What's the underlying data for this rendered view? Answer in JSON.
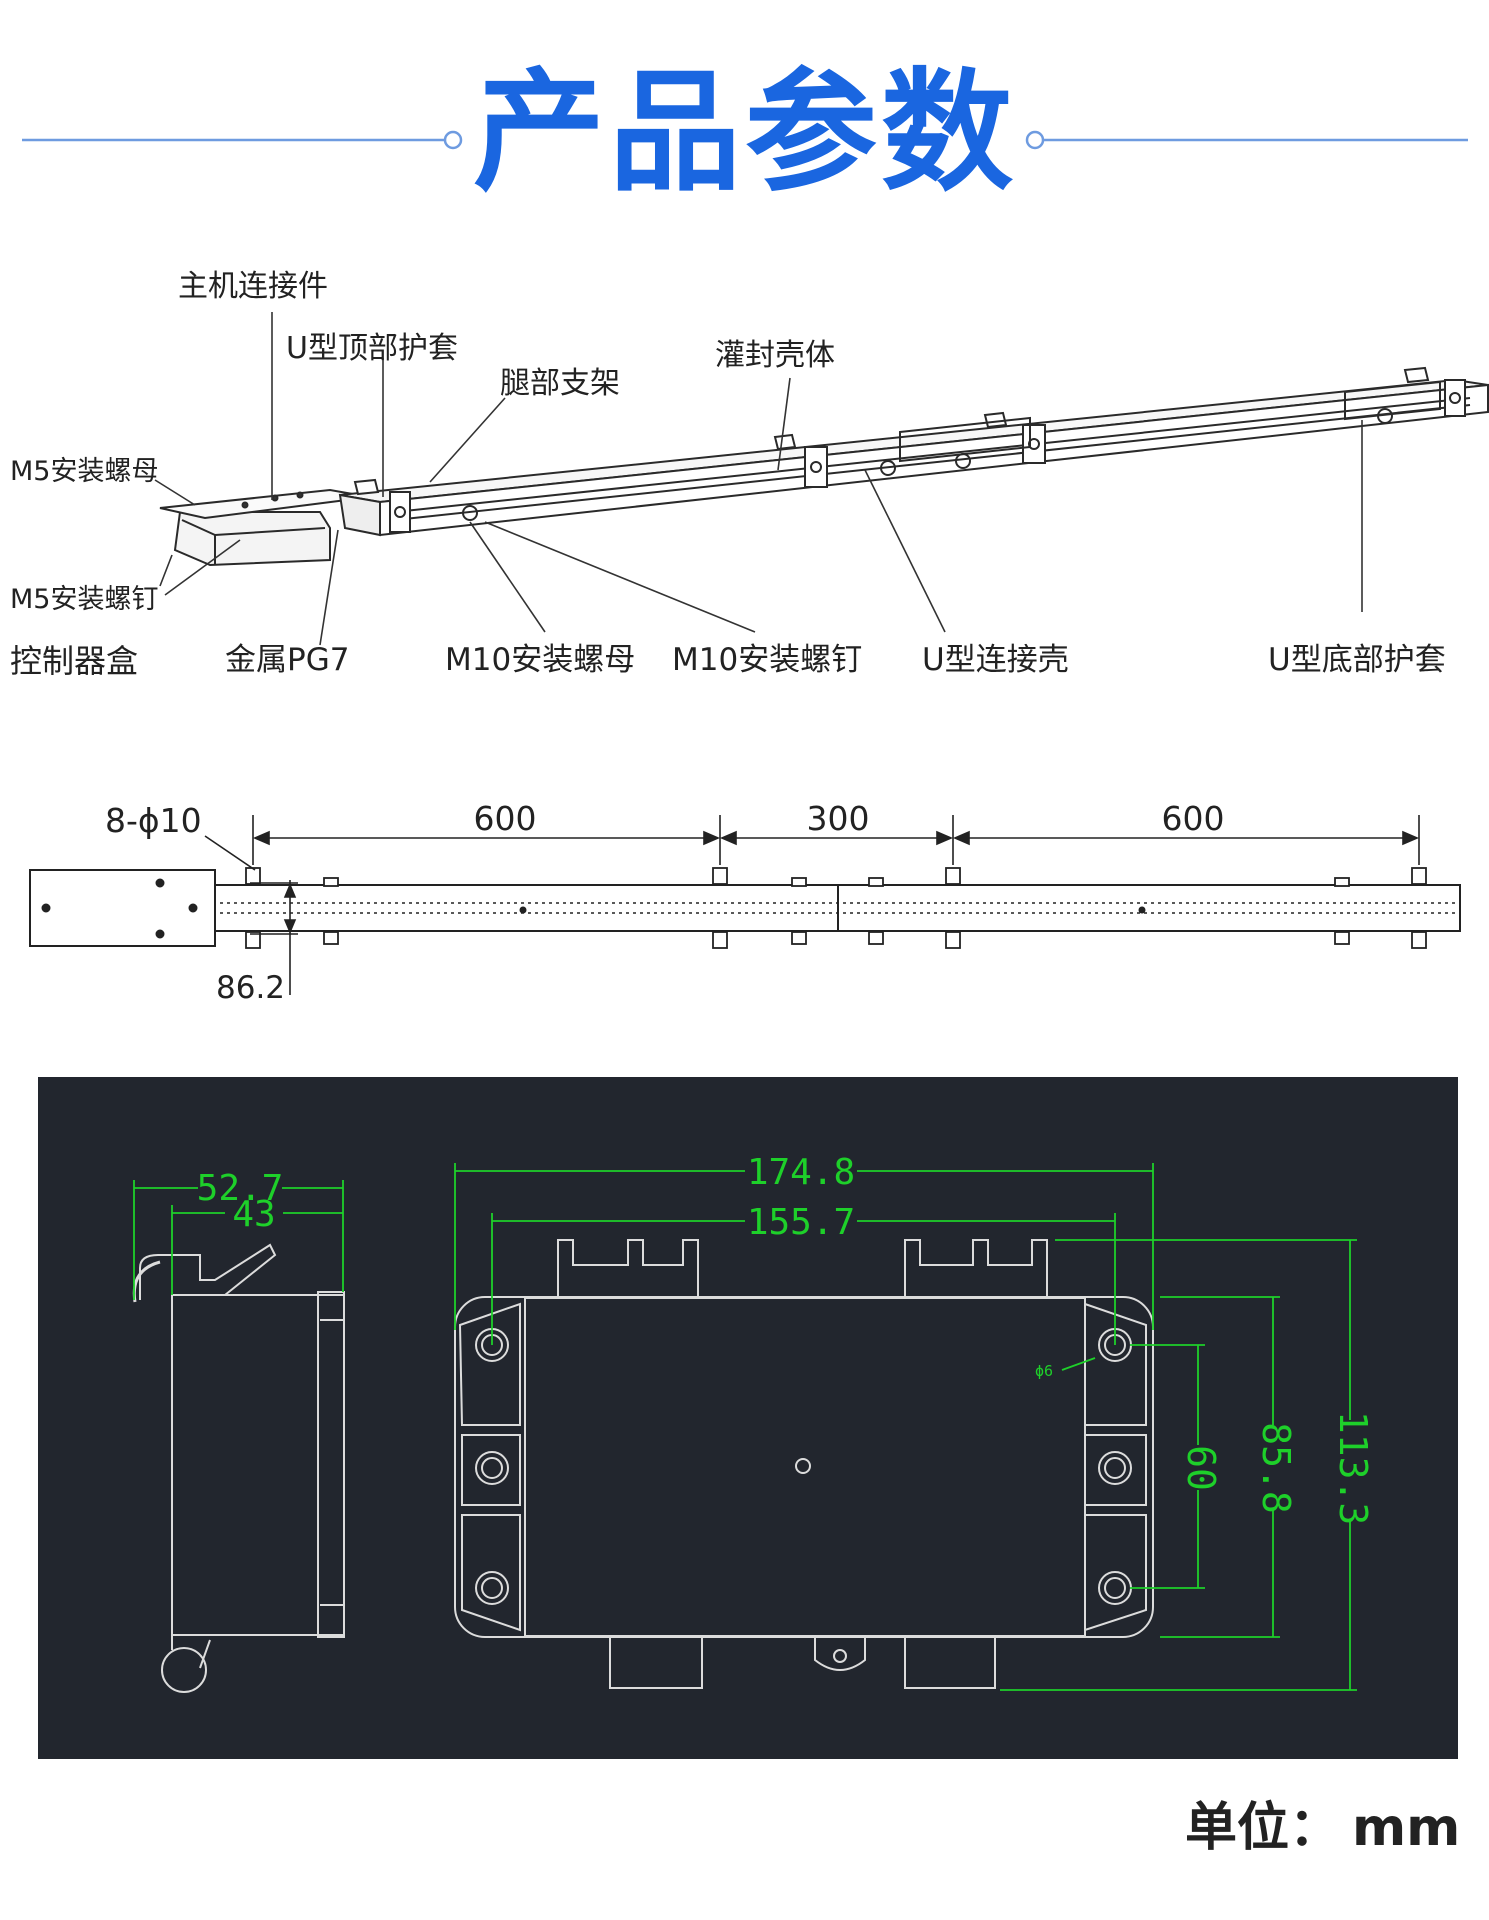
{
  "header": {
    "title": "产品参数",
    "accent_color": "#1a66e0",
    "line_color": "#5a8fd8"
  },
  "callouts": {
    "host_connector": "主机连接件",
    "u_top_sheath": "U型顶部护套",
    "leg_bracket": "腿部支架",
    "potting_shell": "灌封壳体",
    "m5_nut": "M5安装螺母",
    "m5_screw": "M5安装螺钉",
    "controller_box": "控制器盒",
    "metal_pg7": "金属PG7",
    "m10_nut": "M10安装螺母",
    "m10_screw": "M10安装螺钉",
    "u_connector_shell": "U型连接壳",
    "u_bottom_sheath": "U型底部护套"
  },
  "top_view": {
    "hole_label": "8-ϕ10",
    "dim_1": "600",
    "dim_2": "300",
    "dim_3": "600",
    "width_dim": "86.2"
  },
  "controller_drawing": {
    "background_color": "#22262e",
    "dim_color": "#1ed02a",
    "side_width_outer": "52.7",
    "side_width_inner": "43",
    "overall_width": "174.8",
    "hole_spacing_width": "155.7",
    "hole_diameter": "ϕ6",
    "hole_spacing_height": "60",
    "body_height": "85.8",
    "overall_height": "113.3"
  },
  "footer": {
    "unit_label": "单位：",
    "unit_value": "mm"
  }
}
